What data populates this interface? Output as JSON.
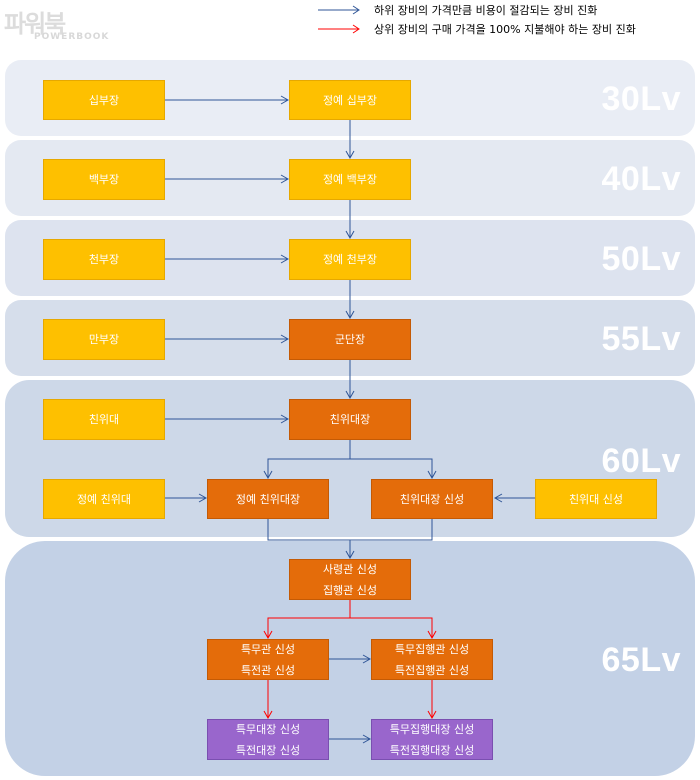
{
  "logo": {
    "main": "파워북",
    "sub": "POWERBOOK"
  },
  "legend": [
    {
      "text": "하위 장비의 가격만큼 비용이 절감되는 장비 진화",
      "color": "#2f5597"
    },
    {
      "text": "상위 장비의 구매 가격을 100% 지불해야 하는 장비 진화",
      "color": "#ff0000"
    }
  ],
  "levels": {
    "lv30": "30Lv",
    "lv40": "40Lv",
    "lv50": "50Lv",
    "lv55": "55Lv",
    "lv60": "60Lv",
    "lv65": "65Lv"
  },
  "nodes": {
    "sipbujang": "십부장",
    "jeongye_sipbujang": "정예 십부장",
    "baekbujang": "백부장",
    "jeongye_baekbujang": "정예 백부장",
    "cheonbujang": "천부장",
    "jeongye_cheonbujang": "정예 천부장",
    "manbujang": "만부장",
    "gundanjang": "군단장",
    "chinwidae": "친위대",
    "chinwidaejang": "친위대장",
    "jeongye_chinwidae": "정예 친위대",
    "jeongye_chinwidaejang": "정예 친위대장",
    "chinwidaejang_sinseong": "친위대장 신성",
    "chinwidae_sinseong": "친위대 신성",
    "saryeonggwan": {
      "line1": "사령관 신성",
      "line2": "집행관 신성"
    },
    "teukmugwan": {
      "line1": "특무관 신성",
      "line2": "특전관 신성"
    },
    "teukmujiphaenggwan": {
      "line1": "특무집행관 신성",
      "line2": "특전집행관 신성"
    },
    "teukmudaejang": {
      "line1": "특무대장 신성",
      "line2": "특전대장 신성"
    },
    "teukmujiphaengdaejang": {
      "line1": "특무집행대장 신성",
      "line2": "특전집행대장 신성"
    }
  },
  "colors": {
    "cost_saving_arrow": "#2f5597",
    "full_price_arrow": "#ff0000",
    "yellow_node": "#fec000",
    "orange_node": "#e46c0a",
    "purple_node": "#9966cc"
  }
}
